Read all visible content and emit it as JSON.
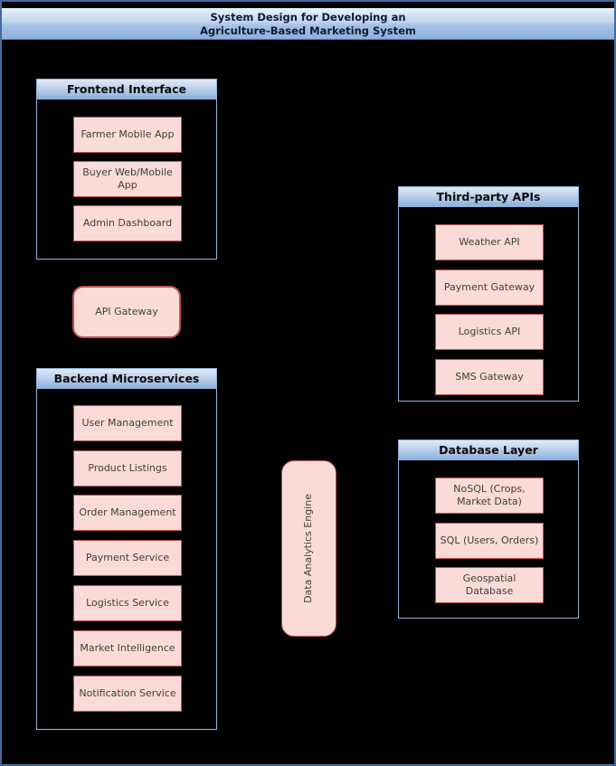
{
  "title": {
    "line1": "System Design for Developing an",
    "line2": "Agriculture-Based Marketing System"
  },
  "colors": {
    "canvas_bg": "#000000",
    "canvas_border": "#44699e",
    "group_border": "#95b3d7",
    "header_gradient_top": "#dfe9f6",
    "header_gradient_bottom": "#8cb0dc",
    "node_fill": "#fbdbd7",
    "node_border": "#c0504d",
    "node_text": "#3f3f3f",
    "title_text": "#0d1b33"
  },
  "groups": {
    "frontend": {
      "title": "Frontend Interface",
      "items": [
        {
          "label": "Farmer Mobile App"
        },
        {
          "label": "Buyer Web/Mobile App"
        },
        {
          "label": "Admin Dashboard"
        }
      ]
    },
    "backend": {
      "title": "Backend Microservices",
      "items": [
        {
          "label": "User Management"
        },
        {
          "label": "Product Listings"
        },
        {
          "label": "Order Management"
        },
        {
          "label": "Payment Service"
        },
        {
          "label": "Logistics Service"
        },
        {
          "label": "Market Intelligence"
        },
        {
          "label": "Notification Service"
        }
      ]
    },
    "thirdparty": {
      "title": "Third-party APIs",
      "items": [
        {
          "label": "Weather API"
        },
        {
          "label": "Payment Gateway"
        },
        {
          "label": "Logistics API"
        },
        {
          "label": "SMS Gateway"
        }
      ]
    },
    "database": {
      "title": "Database Layer",
      "items": [
        {
          "label": "NoSQL (Crops, Market Data)"
        },
        {
          "label": "SQL (Users, Orders)"
        },
        {
          "label": "Geospatial Database"
        }
      ]
    }
  },
  "nodes": {
    "api_gateway": {
      "label": "API Gateway"
    },
    "data_analytics": {
      "label": "Data Analytics Engine"
    }
  }
}
